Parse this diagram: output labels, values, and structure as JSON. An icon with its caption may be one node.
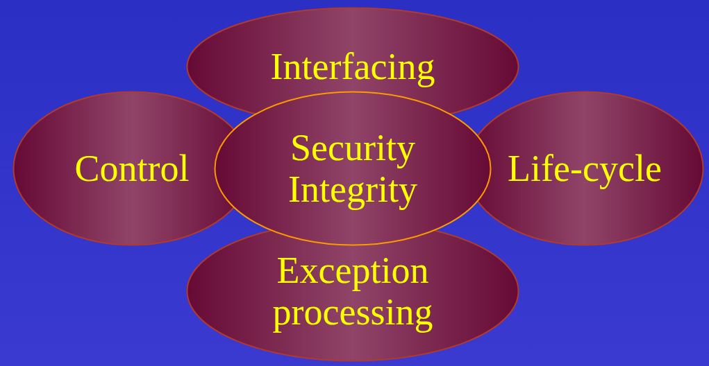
{
  "diagram": {
    "nodes": [
      {
        "text": [
          "Interfacing"
        ]
      },
      {
        "text": [
          "Control"
        ]
      },
      {
        "text": [
          "Security Integrity"
        ]
      },
      {
        "text": [
          "Life-cycle"
        ]
      },
      {
        "text": [
          "Exception processing"
        ]
      }
    ]
  }
}
